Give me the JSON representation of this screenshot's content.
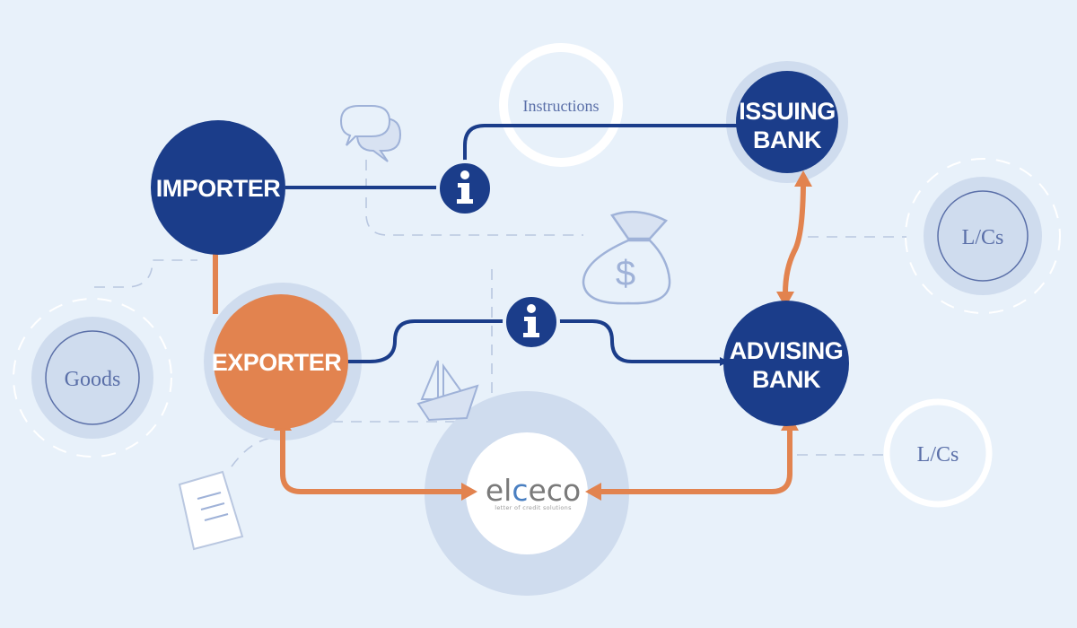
{
  "nodes": {
    "importer": "IMPORTER",
    "exporter": "EXPORTER",
    "issuing_bank": [
      "ISSUING",
      "BANK"
    ],
    "advising_bank": [
      "ADVISING",
      "BANK"
    ]
  },
  "labels": {
    "instructions": "Instructions",
    "goods": "Goods",
    "lcs_top": "L/Cs",
    "lcs_bottom": "L/Cs"
  },
  "logo": {
    "name_prefix": "el",
    "name_accent": "c",
    "name_suffix": "eco",
    "tagline": "letter of credit solutions"
  },
  "colors": {
    "background": "#e8f1fa",
    "navy": "#1b3d8a",
    "orange": "#e2834f",
    "halo": "#cfdcee",
    "light_line": "#b9c7e0",
    "logo_accent": "#4a7fc1"
  },
  "icons": [
    "info-icon",
    "info-icon",
    "speech-bubbles-icon",
    "money-bag-icon",
    "sailboat-icon",
    "document-icon"
  ]
}
